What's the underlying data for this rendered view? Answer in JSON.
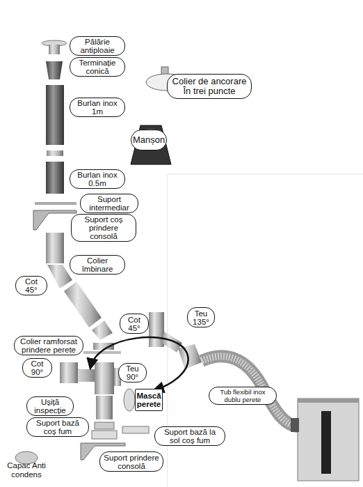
{
  "diagram": {
    "nodes": [
      {
        "text": [
          "Pălărie antiploaie"
        ]
      },
      {
        "text": [
          "Terminație conică"
        ]
      },
      {
        "text": [
          "Colier de ancorare În trei puncte"
        ]
      },
      {
        "text": [
          "Burlan inox 1m"
        ]
      },
      {
        "text": [
          "Manșon"
        ]
      },
      {
        "text": [
          "Burlan inox 0.5m"
        ]
      },
      {
        "text": [
          "Suport intermediar"
        ]
      },
      {
        "text": [
          "Suport coș prindere consolă"
        ]
      },
      {
        "text": [
          "Colier îmbinare"
        ]
      },
      {
        "text": [
          "Cot 45°"
        ]
      },
      {
        "text": [
          "Cot 45°"
        ]
      },
      {
        "text": [
          "Teu 135°"
        ]
      },
      {
        "text": [
          "Colier ramforsat prindere perete"
        ]
      },
      {
        "text": [
          "Cot 90°"
        ]
      },
      {
        "text": [
          "Teu 90°"
        ]
      },
      {
        "text": [
          "Mască perete"
        ]
      },
      {
        "text": [
          "Tub flexibil inox dublu perete"
        ]
      },
      {
        "text": [
          "Ușiță inspecție"
        ]
      },
      {
        "text": [
          "Suport bază coș fum"
        ]
      },
      {
        "text": [
          "Suport bază la sol coș fum"
        ]
      },
      {
        "text": [
          "Suport prindere consolă"
        ]
      }
    ],
    "labels": [
      "Capac Anti condens"
    ]
  }
}
